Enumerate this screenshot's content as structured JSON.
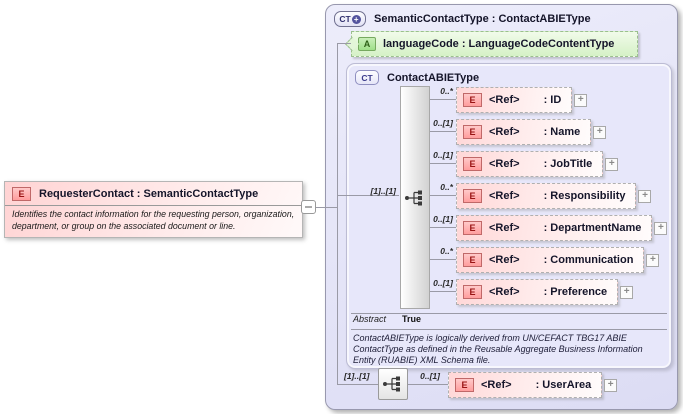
{
  "icons": {
    "element": "E",
    "attribute": "A",
    "complex_type": "CT",
    "plus": "+"
  },
  "colors": {
    "element_pink": "#ffd7d7",
    "attribute_green": "#d5f1c6",
    "type_lavender": "#e4e4f7",
    "line_gray": "#9a9aa6"
  },
  "left_element": {
    "title": "RequesterContact : SemanticContactType",
    "description": "Identifies the contact information for the requesting person, organization, department, or group on the associated document or line."
  },
  "type_box": {
    "title": "SemanticContactType : ContactABIEType",
    "attribute": {
      "label": "languageCode : LanguageCodeContentType"
    },
    "content_model": {
      "title": "ContactABIEType",
      "group_cardinality": "[1]..[1]",
      "elements": [
        {
          "cardinality": "0..*",
          "ref": "<Ref>",
          "name": ": ID"
        },
        {
          "cardinality": "0..[1]",
          "ref": "<Ref>",
          "name": ": Name"
        },
        {
          "cardinality": "0..[1]",
          "ref": "<Ref>",
          "name": ": JobTitle"
        },
        {
          "cardinality": "0..*",
          "ref": "<Ref>",
          "name": ": Responsibility"
        },
        {
          "cardinality": "0..[1]",
          "ref": "<Ref>",
          "name": ": DepartmentName"
        },
        {
          "cardinality": "0..*",
          "ref": "<Ref>",
          "name": ": Communication"
        },
        {
          "cardinality": "0..[1]",
          "ref": "<Ref>",
          "name": ": Preference"
        }
      ],
      "abstract_label": "Abstract",
      "abstract_value": "True",
      "annotation": "ContactABIEType is logically derived from UN/CEFACT TBG17 ABIE ContactType as defined in the Reusable Aggregate Business Information Entity (RUABIE) XML Schema file."
    },
    "user_area_row": {
      "group_cardinality": "[1]..[1]",
      "cardinality": "0..[1]",
      "ref": "<Ref>",
      "name": ": UserArea"
    }
  }
}
